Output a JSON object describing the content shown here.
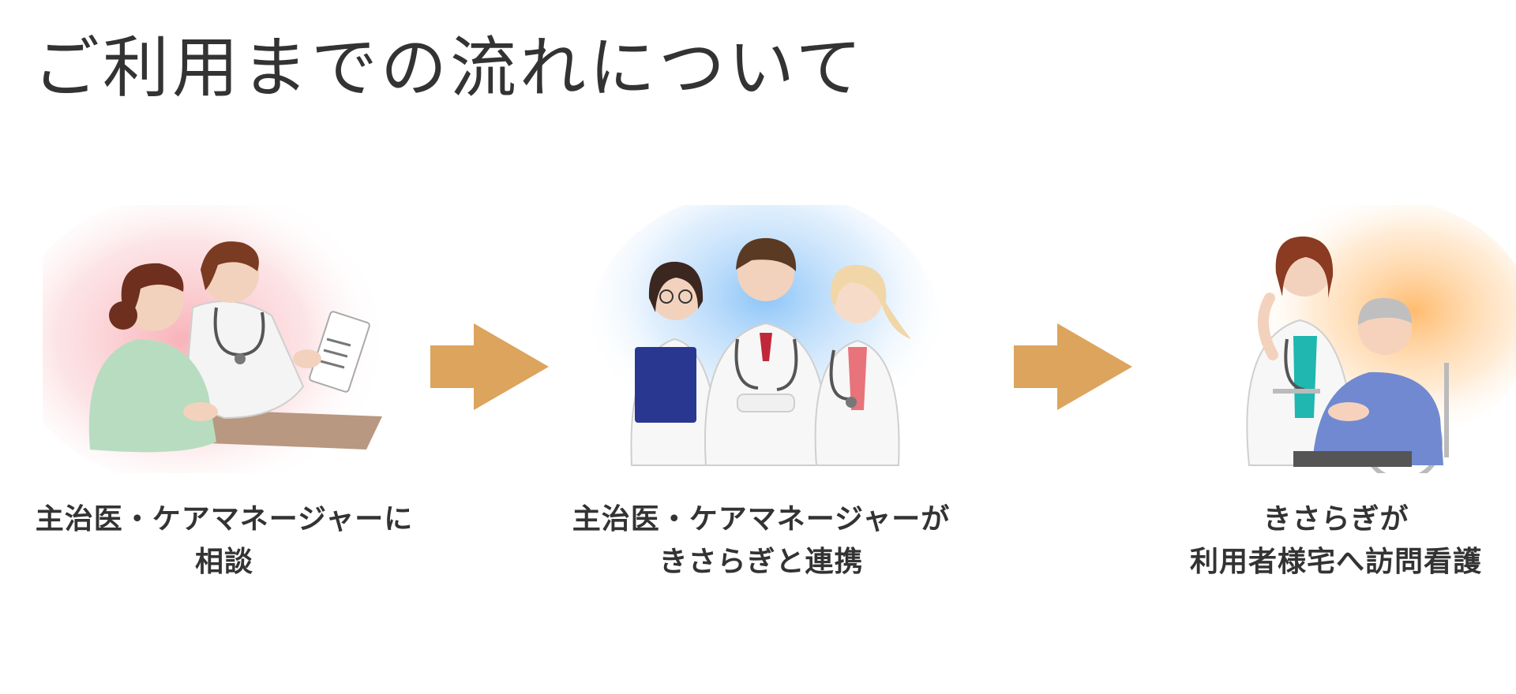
{
  "page": {
    "title": "ご利用までの流れについて"
  },
  "steps": [
    {
      "caption_line1": "主治医・ケアマネージャーに",
      "caption_line2": "相談",
      "glow_color": "#f7a6ad"
    },
    {
      "caption_line1": "主治医・ケアマネージャーが",
      "caption_line2": "きさらぎと連携",
      "glow_color": "#7fbef7"
    },
    {
      "caption_line1": "きさらぎが",
      "caption_line2": "利用者様宅へ訪問看護",
      "glow_color": "#ffb45e"
    }
  ],
  "colors": {
    "arrow": "#dca45c",
    "text": "#333333"
  }
}
